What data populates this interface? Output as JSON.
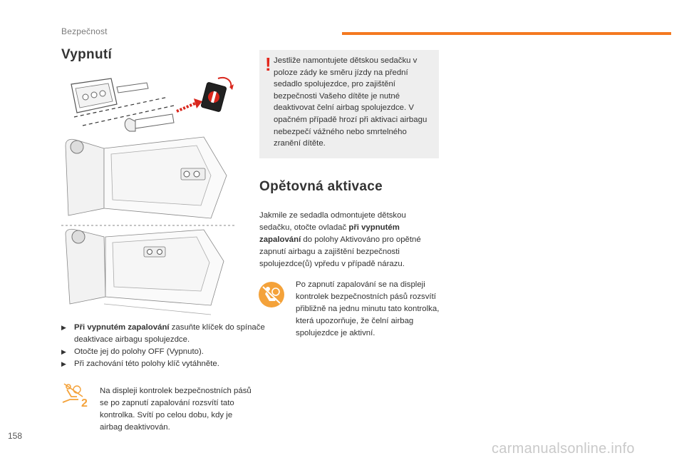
{
  "header": {
    "section": "Bezpečnost",
    "accent_color": "#f47920"
  },
  "left": {
    "title": "Vypnutí",
    "steps": [
      {
        "bold": "Při vypnutém zapalování",
        "text": " zasuňte klíček do spínače deaktivace airbagu spolujezdce."
      },
      {
        "bold": "",
        "text": "Otočte jej do polohy OFF (Vypnuto)."
      },
      {
        "bold": "",
        "text": "Při zachování této polohy klíč vytáhněte."
      }
    ],
    "bullet_glyph": "▶",
    "lamp_off_note": "Na displeji kontrolek bezpečnostních pásů se po zapnutí zapalování rozsvítí tato kontrolka. Svítí po celou dobu, kdy je airbag deaktivován.",
    "lamp_off_icon": "airbag-off-warning-icon"
  },
  "right": {
    "warning_mark": "!",
    "warning_color": "#e2261b",
    "warning_text": "Jestliže namontujete dětskou sedačku v poloze zády ke směru jízdy na přední sedadlo spolujezdce, pro zajištění bezpečnosti Vašeho dítěte je nutné deaktivovat čelní airbag spolujezdce. V opačném případě hrozí při aktivaci airbagu nebezpečí vážného nebo smrtelného zranění dítěte.",
    "title": "Opětovná aktivace",
    "reactivate_part1": "Jakmile ze sedadla odmontujete dětskou sedačku, otočte ovladač ",
    "reactivate_bold": "při vypnutém zapalování",
    "reactivate_part2": " do polohy Aktivováno pro opětné zapnutí airbagu a zajištění bezpečnosti spolujezdce(ů) vpředu v případě nárazu.",
    "lamp_on_note": "Po zapnutí zapalování se na displeji kontrolek bezpečnostních pásů rozsvítí přibližně na jednu minutu tato kontrolka, která upozorňuje, že čelní airbag spolujezdce je aktivní.",
    "lamp_on_icon": "airbag-on-warning-icon",
    "lamp_on_color": "#f4a23a"
  },
  "footer": {
    "page_number": "158",
    "watermark": "carmanualsonline.info"
  }
}
